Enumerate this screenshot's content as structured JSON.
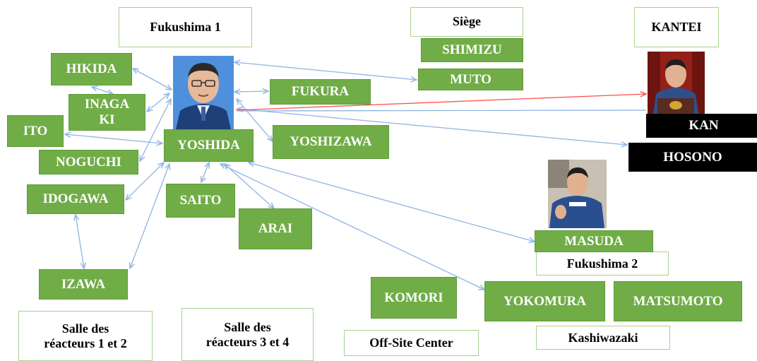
{
  "labels": {
    "fukushima1": "Fukushima 1",
    "siege": "Siège",
    "kantei": "KANTEI",
    "fukushima2": "Fukushima 2",
    "kashiwazaki": "Kashiwazaki",
    "offsite": "Off-Site Center",
    "salle12_l1": "Salle des",
    "salle12_l2": "réacteurs  1 et 2",
    "salle34_l1": "Salle des",
    "salle34_l2": "réacteurs  3 et 4"
  },
  "people": {
    "yoshida": "YOSHIDA",
    "hikida": "HIKIDA",
    "inagaki_l1": "INAGA",
    "inagaki_l2": "KI",
    "ito": "ITO",
    "noguchi": "NOGUCHI",
    "idogawa": "IDOGAWA",
    "izawa": "IZAWA",
    "saito": "SAITO",
    "arai": "ARAI",
    "fukura": "FUKURA",
    "yoshizawa": "YOSHIZAWA",
    "shimizu": "SHIMIZU",
    "muto": "MUTO",
    "kan": "KAN",
    "hosono": "HOSONO",
    "masuda": "MASUDA",
    "komori": "KOMORI",
    "yokomura": "YOKOMURA",
    "matsumoto": "MATSUMOTO"
  },
  "colors": {
    "node_green": "#70ad47",
    "link_blue": "#8fb4e3",
    "link_red": "#ff5050",
    "box_black": "#000000"
  }
}
